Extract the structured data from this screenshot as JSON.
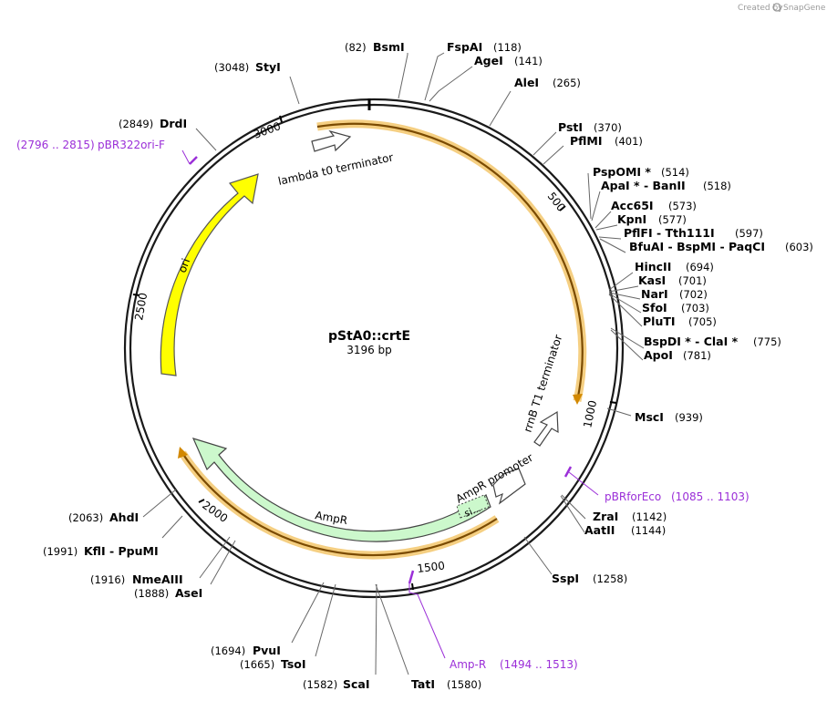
{
  "credit": "Created by",
  "brand": "SnapGene",
  "plasmid": {
    "name": "pStA0::crtE",
    "length_label": "3196 bp"
  },
  "ticks": [
    "3000",
    "500",
    "2500",
    "1000",
    "2000",
    "1500"
  ],
  "features": {
    "lambda": "lambda t0 terminator",
    "ori": "ori",
    "rrnb": "rrnB T1 terminator",
    "ampr_promoter": "AmpR promoter",
    "ampr": "AmpR",
    "si": "si..."
  },
  "primers": [
    {
      "name": "pBR322ori-F",
      "range": "(2796 .. 2815)"
    },
    {
      "name": "pBRforEco",
      "range": "(1085 .. 1103)"
    },
    {
      "name": "Amp-R",
      "range": "(1494 .. 1513)"
    }
  ],
  "sites": [
    {
      "name": "BsmI",
      "pos": "(82)"
    },
    {
      "name": "FspAI",
      "pos": "(118)"
    },
    {
      "name": "AgeI",
      "pos": "(141)"
    },
    {
      "name": "AleI",
      "pos": "(265)"
    },
    {
      "name": "PstI",
      "pos": "(370)"
    },
    {
      "name": "PflMI",
      "pos": "(401)"
    },
    {
      "name": "PspOMI *",
      "pos": "(514)"
    },
    {
      "name": "ApaI * - BanII",
      "pos": "(518)"
    },
    {
      "name": "Acc65I",
      "pos": "(573)"
    },
    {
      "name": "KpnI",
      "pos": "(577)"
    },
    {
      "name": "PflFI - Tth111I",
      "pos": "(597)"
    },
    {
      "name": "BfuAI - BspMI - PaqCI",
      "pos": "(603)"
    },
    {
      "name": "HincII",
      "pos": "(694)"
    },
    {
      "name": "KasI",
      "pos": "(701)"
    },
    {
      "name": "NarI",
      "pos": "(702)"
    },
    {
      "name": "SfoI",
      "pos": "(703)"
    },
    {
      "name": "PluTI",
      "pos": "(705)"
    },
    {
      "name": "BspDI * - ClaI *",
      "pos": "(775)"
    },
    {
      "name": "ApoI",
      "pos": "(781)"
    },
    {
      "name": "MscI",
      "pos": "(939)"
    },
    {
      "name": "ZraI",
      "pos": "(1142)"
    },
    {
      "name": "AatII",
      "pos": "(1144)"
    },
    {
      "name": "SspI",
      "pos": "(1258)"
    },
    {
      "name": "TatI",
      "pos": "(1580)"
    },
    {
      "name": "ScaI",
      "pos": "(1582)"
    },
    {
      "name": "TsoI",
      "pos": "(1665)"
    },
    {
      "name": "PvuI",
      "pos": "(1694)"
    },
    {
      "name": "AseI",
      "pos": "(1888)"
    },
    {
      "name": "NmeAIII",
      "pos": "(1916)"
    },
    {
      "name": "KflI - PpuMI",
      "pos": "(1991)"
    },
    {
      "name": "AhdI",
      "pos": "(2063)"
    },
    {
      "name": "DrdI",
      "pos": "(2849)"
    },
    {
      "name": "StyI",
      "pos": "(3048)"
    }
  ]
}
